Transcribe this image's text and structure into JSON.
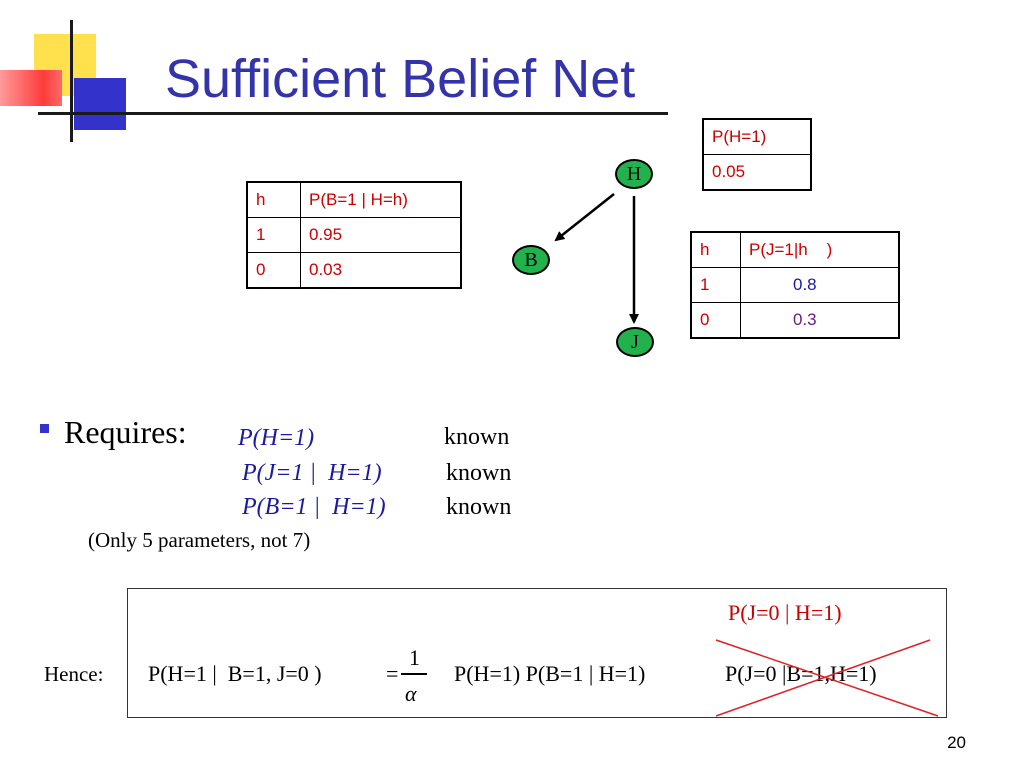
{
  "slide": {
    "title": "Sufficient Belief Net",
    "page_number": "20"
  },
  "nodes": {
    "h": "H",
    "b": "B",
    "j": "J"
  },
  "tables": {
    "prior_h": {
      "header": "P(H=1)",
      "value": "0.05"
    },
    "cpt_b": {
      "headers": [
        "h",
        "P(B=1 | H=h)"
      ],
      "rows": [
        [
          "1",
          "0.95"
        ],
        [
          "0",
          "0.03"
        ]
      ]
    },
    "cpt_j": {
      "headers": [
        "h",
        "P(J=1|h    )"
      ],
      "rows": [
        [
          "1",
          "0.8"
        ],
        [
          "0",
          "0.3"
        ]
      ]
    }
  },
  "requires": {
    "label": "Requires:",
    "items": [
      {
        "expr": "P(H=1)",
        "status": "known"
      },
      {
        "expr": "P(J=1 |  H=1)",
        "status": "known"
      },
      {
        "expr": "P(B=1 |  H=1)",
        "status": "known"
      }
    ],
    "note": "(Only 5 parameters, not 7)"
  },
  "formula": {
    "hence": "Hence:",
    "lhs": "P(H=1 |  B=1, J=0 )",
    "equals": "=",
    "numerator": "1",
    "denominator": "α",
    "rhs1": "P(H=1) P(B=1 | H=1)",
    "crossed": "P(J=0 |B=1,H=1)",
    "replacement": "P(J=0 | H=1)"
  },
  "colors": {
    "title": "#3333aa",
    "node_fill": "#22b14c",
    "table_text": "#cc0000",
    "italic_blue": "#1a1aa0",
    "cross": "#dd2222"
  }
}
